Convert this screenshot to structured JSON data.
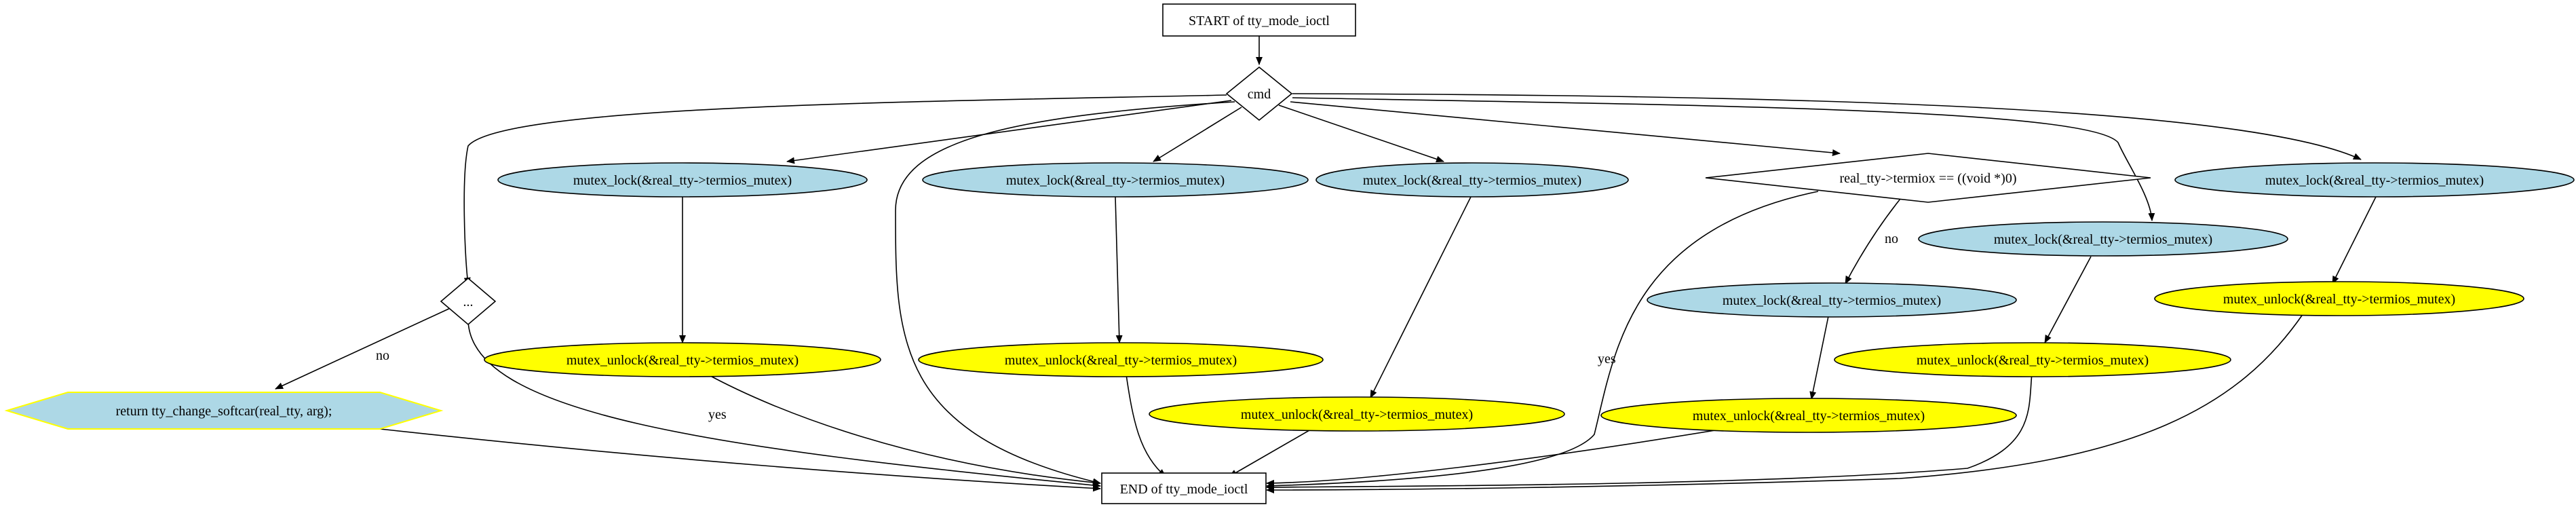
{
  "colors": {
    "background": "#ffffff",
    "lock_fill": "#add8e6",
    "unlock_fill": "#ffff00",
    "return_fill": "#add8e6",
    "return_stroke": "#ffff00",
    "stroke": "#000000"
  },
  "nodes": {
    "start": "START of tty_mode_ioctl",
    "cmd": "cmd",
    "dots": "...",
    "return_softcar": "return tty_change_softcar(real_tty, arg);",
    "lock1": "mutex_lock(&real_tty->termios_mutex)",
    "unlock1": "mutex_unlock(&real_tty->termios_mutex)",
    "lock2": "mutex_lock(&real_tty->termios_mutex)",
    "unlock2": "mutex_unlock(&real_tty->termios_mutex)",
    "lock3": "mutex_lock(&real_tty->termios_mutex)",
    "unlock3": "mutex_unlock(&real_tty->termios_mutex)",
    "termiox_check": "real_tty->termiox == ((void *)0)",
    "lock4": "mutex_lock(&real_tty->termios_mutex)",
    "unlock4": "mutex_unlock(&real_tty->termios_mutex)",
    "lock5": "mutex_lock(&real_tty->termios_mutex)",
    "unlock5": "mutex_unlock(&real_tty->termios_mutex)",
    "lock6": "mutex_lock(&real_tty->termios_mutex)",
    "unlock6": "mutex_unlock(&real_tty->termios_mutex)",
    "end": "END of tty_mode_ioctl"
  },
  "edge_labels": {
    "dots_no": "no",
    "dots_yes": "yes",
    "termiox_no": "no",
    "termiox_yes": "yes"
  }
}
